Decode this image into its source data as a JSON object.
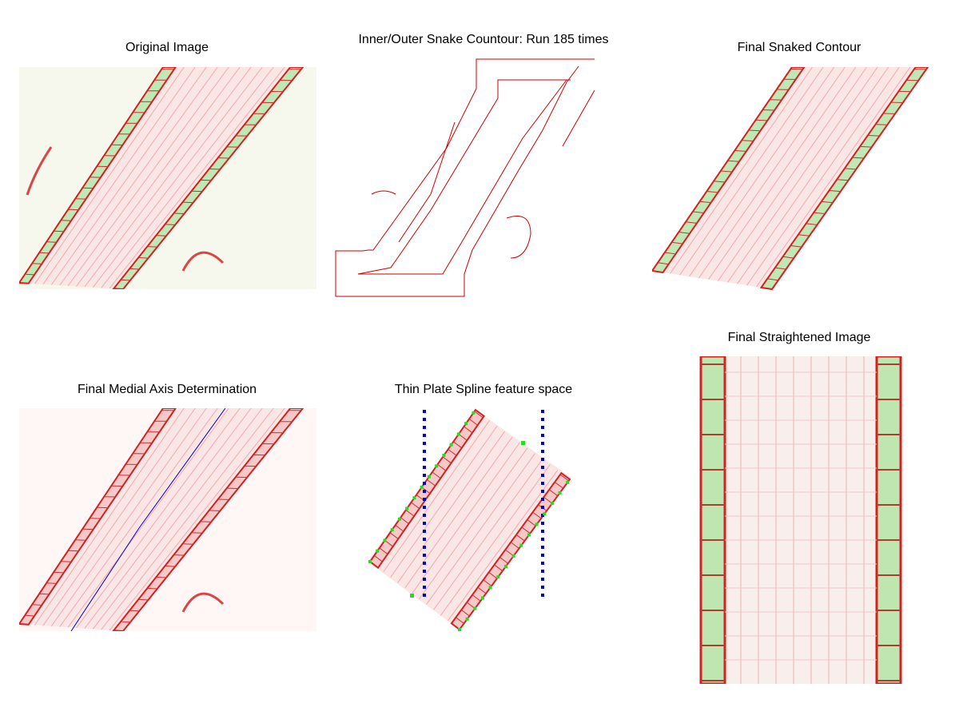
{
  "figure": {
    "panels": [
      {
        "title": "Original Image"
      },
      {
        "title": "Inner/Outer Snake Countour: Run 185 times"
      },
      {
        "title": "Final Snaked Contour"
      },
      {
        "title": "Final Medial Axis Determination"
      },
      {
        "title": "Thin Plate Spline feature space"
      },
      {
        "title": "Final Straightened Image"
      }
    ]
  },
  "colors": {
    "membrane": "#d42020",
    "cells": "#5ad45a",
    "contour": "#cc0000",
    "axis": "#0000cc",
    "grid": "#0000dd",
    "marker": "#22dd22"
  }
}
